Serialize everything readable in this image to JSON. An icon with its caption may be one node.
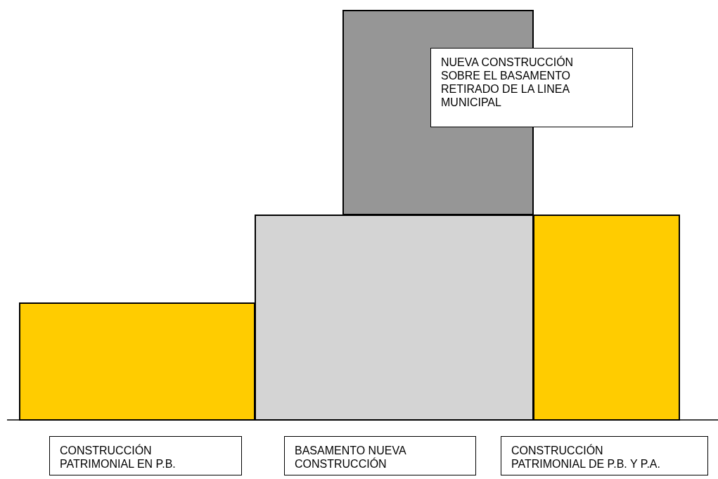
{
  "diagram": {
    "nodes": [
      {
        "text": [],
        "shape": "box"
      },
      {
        "text": [
          "NUEVA CONSTRUCCIÓN SOBRE EL BASAMENTO RETIRADO DE LA LINEA MUNICIPAL"
        ]
      },
      {
        "text": [],
        "shape": "box"
      },
      {
        "text": [],
        "shape": "box"
      },
      {
        "text": [],
        "shape": "box"
      },
      {
        "text": [
          "CONSTRUCCIÓN PATRIMONIAL EN P.B."
        ]
      },
      {
        "text": [
          "BASAMENTO NUEVA CONSTRUCCIÓN"
        ]
      },
      {
        "text": [
          "CONSTRUCCIÓN PATRIMONIAL DE P.B. Y P.A."
        ]
      }
    ],
    "edges": []
  }
}
